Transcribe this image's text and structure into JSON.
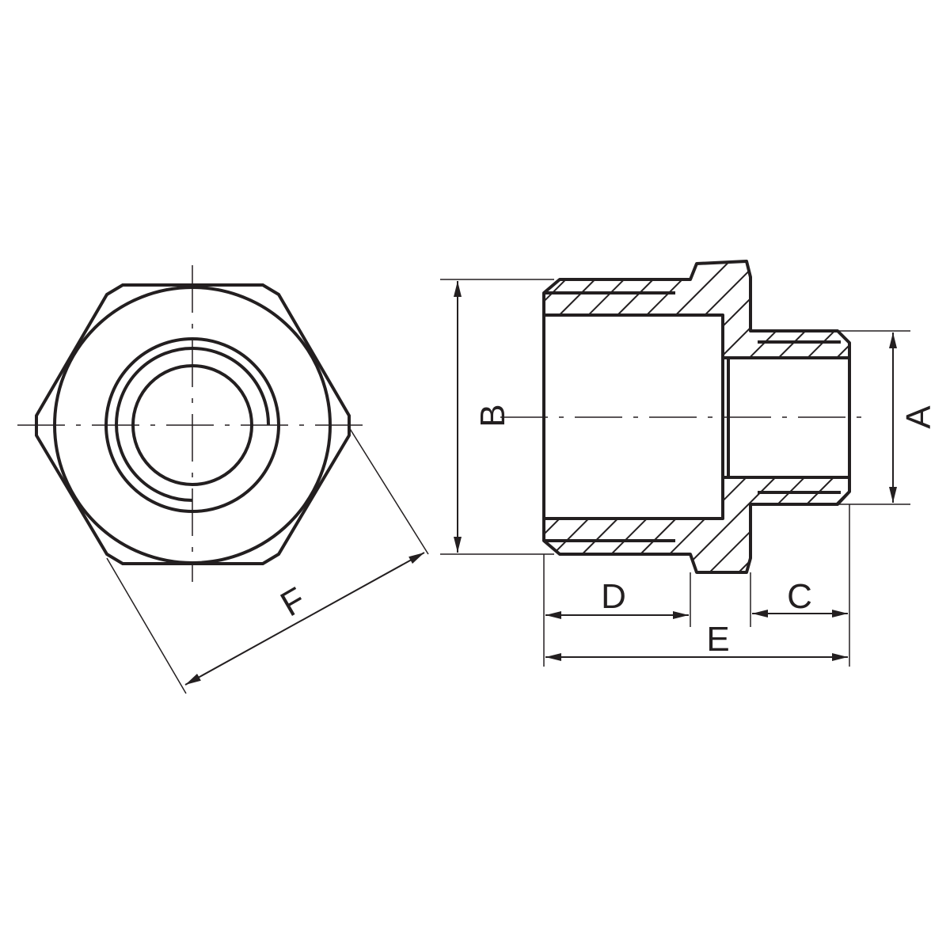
{
  "drawing": {
    "line_color": "#231f20",
    "background": "#ffffff",
    "dimensions": {
      "A": "A",
      "B": "B",
      "C": "C",
      "D": "D",
      "E": "E",
      "F": "F"
    }
  }
}
